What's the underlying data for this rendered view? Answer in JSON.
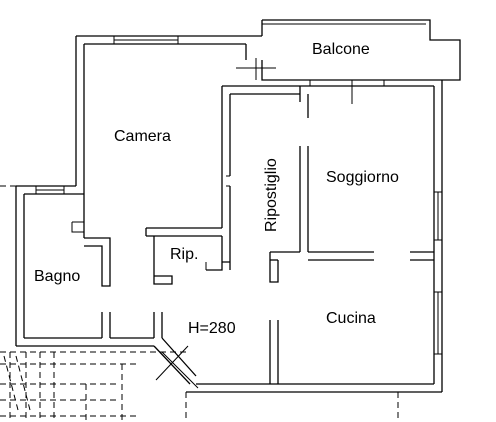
{
  "rooms": {
    "balcone": "Balcone",
    "camera": "Camera",
    "ripostiglio": "Ripostiglio",
    "soggiorno": "Soggiorno",
    "rip": "Rip.",
    "bagno": "Bagno",
    "cucina": "Cucina"
  },
  "height_note": "H=280",
  "colors": {
    "line": "#000000",
    "background": "#ffffff"
  }
}
